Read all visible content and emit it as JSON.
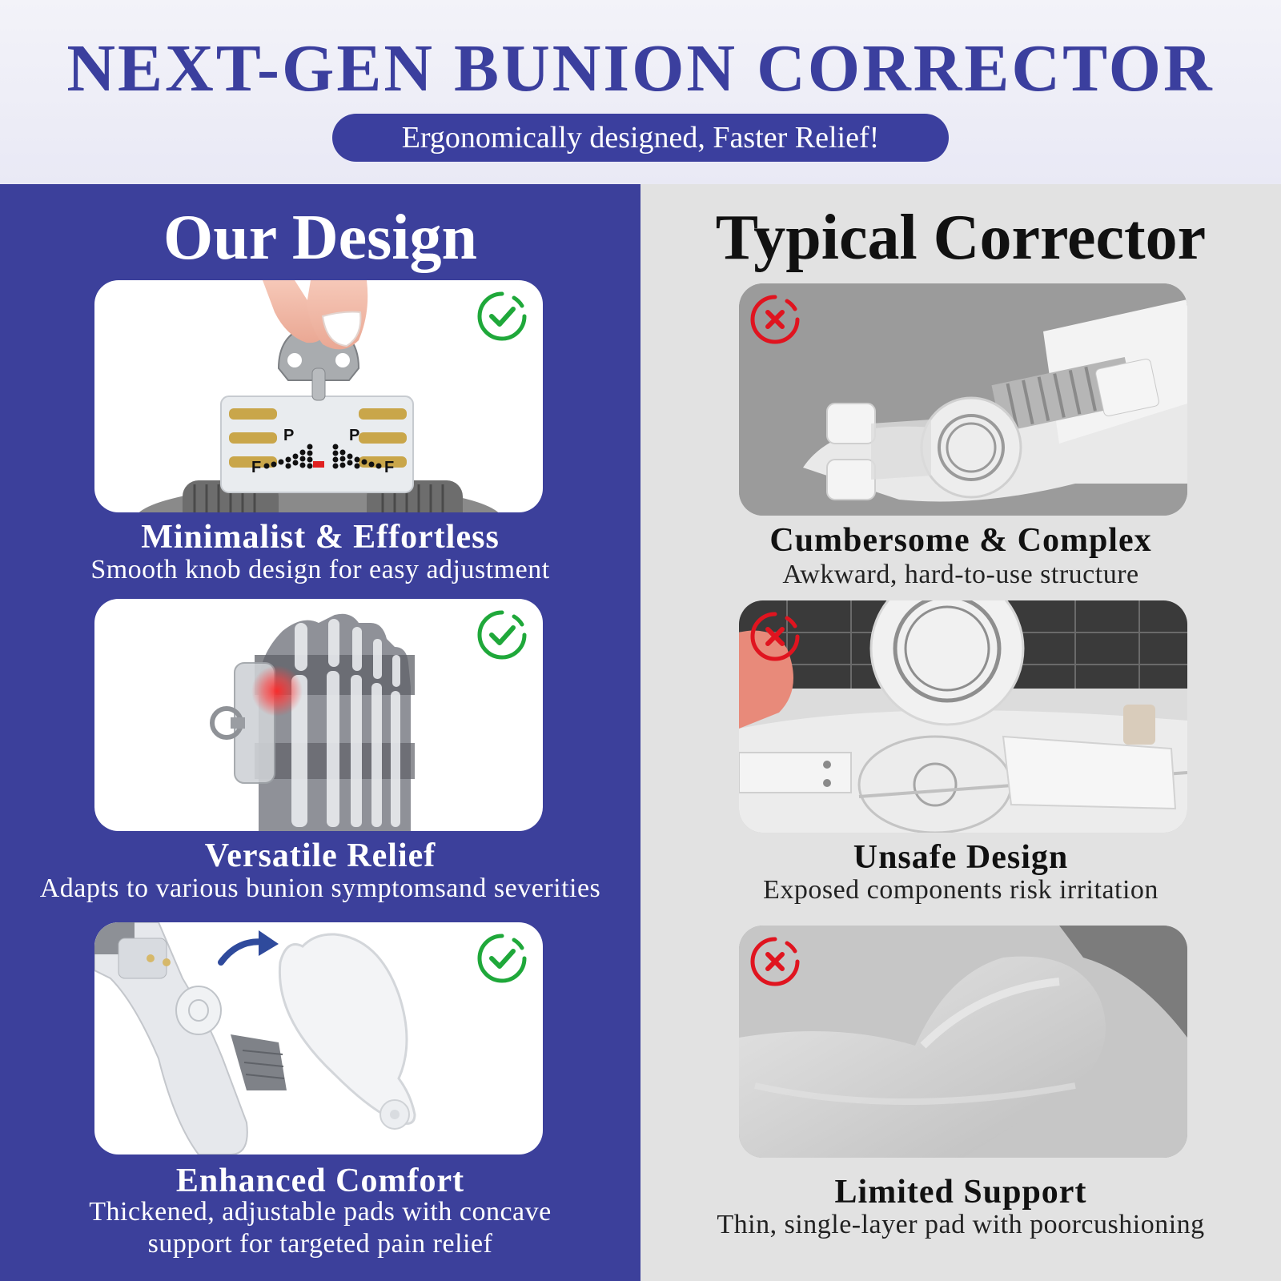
{
  "header": {
    "title": "NEXT-GEN BUNION CORRECTOR",
    "subtitle": "Ergonomically designed, Faster Relief!"
  },
  "colors": {
    "brand_blue": "#3c409b",
    "check_green": "#1fa83a",
    "cross_red": "#e0141f",
    "right_bg": "#e2e2e2"
  },
  "our_design": {
    "heading": "Our Design",
    "features": [
      {
        "title": "Minimalist & Effortless",
        "description": "Smooth knob design for easy adjustment",
        "icon": "check-circle-icon",
        "dial_labels": [
          "P",
          "P",
          "F",
          "F"
        ]
      },
      {
        "title": "Versatile Relief",
        "description": "Adapts to various bunion symptomsand severities",
        "icon": "check-circle-icon"
      },
      {
        "title": "Enhanced Comfort",
        "description_line1": "Thickened, adjustable pads with concave",
        "description_line2": "support for targeted pain relief",
        "icon": "check-circle-icon"
      }
    ]
  },
  "typical_corrector": {
    "heading": "Typical Corrector",
    "features": [
      {
        "title": "Cumbersome & Complex",
        "description": "Awkward, hard-to-use structure",
        "icon": "cross-circle-icon"
      },
      {
        "title": "Unsafe Design",
        "description": "Exposed components risk irritation",
        "icon": "cross-circle-icon"
      },
      {
        "title": "Limited Support",
        "description": "Thin, single-layer pad with poorcushioning",
        "icon": "cross-circle-icon"
      }
    ]
  }
}
